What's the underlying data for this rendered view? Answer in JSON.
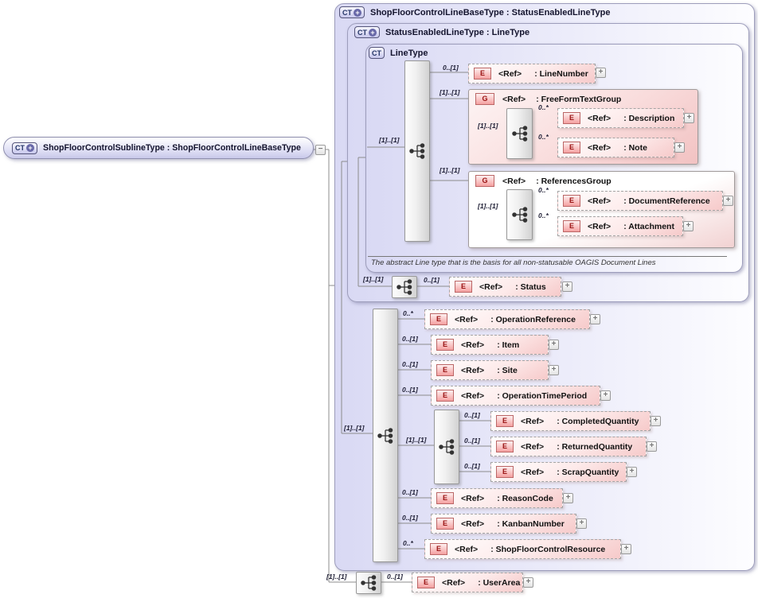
{
  "icons": {
    "ct": "CT",
    "plus": "+",
    "minus": "−",
    "element": "E",
    "group": "G",
    "expand": "+"
  },
  "root_element": {
    "title": "ShopFloorControlSublineType : ShopFloorControlLineBaseType"
  },
  "boxes": {
    "base": {
      "title": "ShopFloorControlLineBaseType : StatusEnabledLineType"
    },
    "status": {
      "title": "StatusEnabledLineType : LineType"
    },
    "line": {
      "title": "LineType",
      "annotation": "The abstract Line type that is the basis for all non-statusable OAGIS Document Lines"
    }
  },
  "groups": {
    "fftg": {
      "card": "[1]..[1]",
      "seq_card": "[1]..[1]",
      "ref": "<Ref>",
      "name": ": FreeFormTextGroup"
    },
    "refg": {
      "card": "[1]..[1]",
      "seq_card": "[1]..[1]",
      "ref": "<Ref>",
      "name": ": ReferencesGroup"
    }
  },
  "sequences": {
    "line_type": {
      "card": "[1]..[1]"
    },
    "status": {
      "card": "[1]..[1]"
    },
    "base": {
      "card": "[1]..[1]"
    },
    "quantities": {
      "card": "[1]..[1]"
    },
    "subline": {
      "card": "[1]..[1]"
    }
  },
  "elements": {
    "line_number": {
      "card": "0..[1]",
      "ref": "<Ref>",
      "name": ": LineNumber"
    },
    "description": {
      "card": "0..*",
      "ref": "<Ref>",
      "name": ": Description"
    },
    "note": {
      "card": "0..*",
      "ref": "<Ref>",
      "name": ": Note"
    },
    "document_reference": {
      "card": "0..*",
      "ref": "<Ref>",
      "name": ": DocumentReference"
    },
    "attachment": {
      "card": "0..*",
      "ref": "<Ref>",
      "name": ": Attachment"
    },
    "status": {
      "card": "0..[1]",
      "ref": "<Ref>",
      "name": ": Status"
    },
    "operation_reference": {
      "card": "0..*",
      "ref": "<Ref>",
      "name": ": OperationReference"
    },
    "item": {
      "card": "0..[1]",
      "ref": "<Ref>",
      "name": ": Item"
    },
    "site": {
      "card": "0..[1]",
      "ref": "<Ref>",
      "name": ": Site"
    },
    "operation_time_period": {
      "card": "0..[1]",
      "ref": "<Ref>",
      "name": ": OperationTimePeriod"
    },
    "completed_quantity": {
      "card": "0..[1]",
      "ref": "<Ref>",
      "name": ": CompletedQuantity"
    },
    "returned_quantity": {
      "card": "0..[1]",
      "ref": "<Ref>",
      "name": ": ReturnedQuantity"
    },
    "scrap_quantity": {
      "card": "0..[1]",
      "ref": "<Ref>",
      "name": ": ScrapQuantity"
    },
    "reason_code": {
      "card": "0..[1]",
      "ref": "<Ref>",
      "name": ": ReasonCode"
    },
    "kanban_number": {
      "card": "0..[1]",
      "ref": "<Ref>",
      "name": ": KanbanNumber"
    },
    "sfc_resource": {
      "card": "0..*",
      "ref": "<Ref>",
      "name": ": ShopFloorControlResource"
    },
    "user_area": {
      "card": "0..[1]",
      "ref": "<Ref>",
      "name": ": UserArea"
    }
  }
}
